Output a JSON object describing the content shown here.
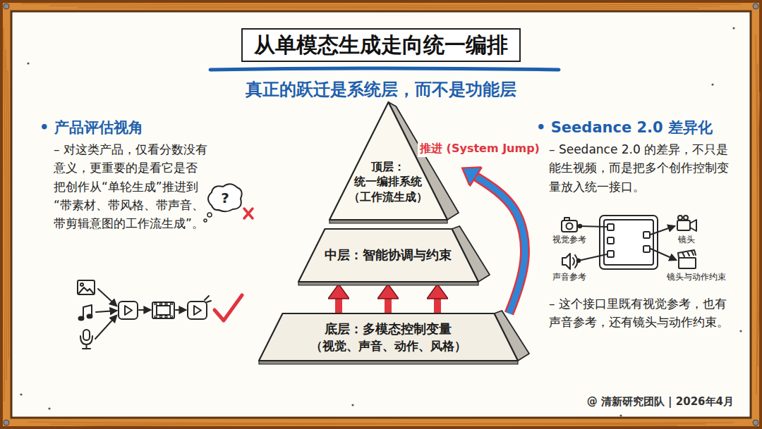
{
  "diagram": {
    "title": "从单模态生成走向统一编排",
    "caption": "@ 清新研究团队 | 2026年4月",
    "nodes": [
      {
        "text": [
          "顶层：",
          "统一编排系统（工作流生成）"
        ]
      },
      {
        "text": [
          "中层：智能协调与约束"
        ]
      },
      {
        "text": [
          "底层：多模态控制变量",
          "（视觉、声音、动作、风格）"
        ]
      }
    ],
    "edges": [
      {
        "from": 2,
        "to": 1,
        "arrow": "to"
      },
      {
        "from": 2,
        "to": 1,
        "arrow": "to"
      },
      {
        "from": 2,
        "to": 1,
        "arrow": "to"
      },
      {
        "from": 2,
        "to": 0,
        "arrow": "to",
        "label": "推进 (System Jump)"
      }
    ],
    "labels": [
      "真正的跃迁是系统层，而不是功能层",
      "• 产品评估视角",
      "– 对这类产品，仅看分数没有意义，更重要的是看它是否把创作从“单轮生成”推进到“带素材、带风格、带声音、带剪辑意图的工作流生成”。",
      "?",
      "• Seedance 2.0 差异化",
      "– Seedance 2.0 的差异，不只是能生视频，而是把多个创作控制变量放入统一接口。",
      "视觉参考",
      "声音参考",
      "镜头",
      "镜头与动作约束",
      "– 这个接口里既有视觉参考，也有声音参考，还有镜头与动作约束。"
    ]
  }
}
